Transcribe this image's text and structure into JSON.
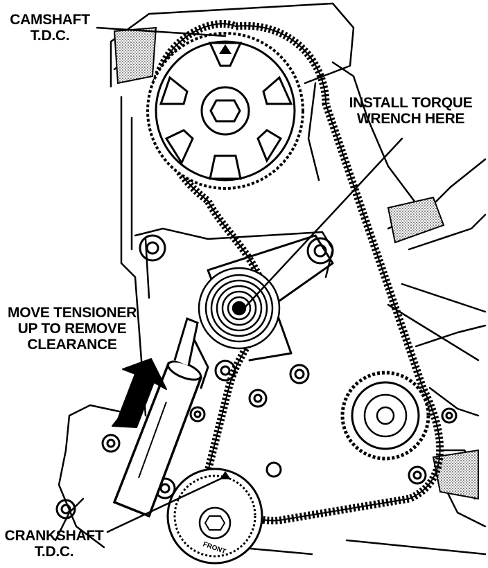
{
  "labels": {
    "camshaft": {
      "line1": "CAMSHAFT",
      "line2": "T.D.C."
    },
    "torque": {
      "line1": "INSTALL TORQUE",
      "line2": "WRENCH HERE"
    },
    "tensioner": {
      "line1": "MOVE TENSIONER",
      "line2": "UP TO REMOVE",
      "line3": "CLEARANCE"
    },
    "crankshaft": {
      "line1": "CRANKSHAFT",
      "line2": "T.D.C."
    },
    "front_mark": "FRONT"
  },
  "colors": {
    "ink": "#000000",
    "paper": "#ffffff"
  }
}
